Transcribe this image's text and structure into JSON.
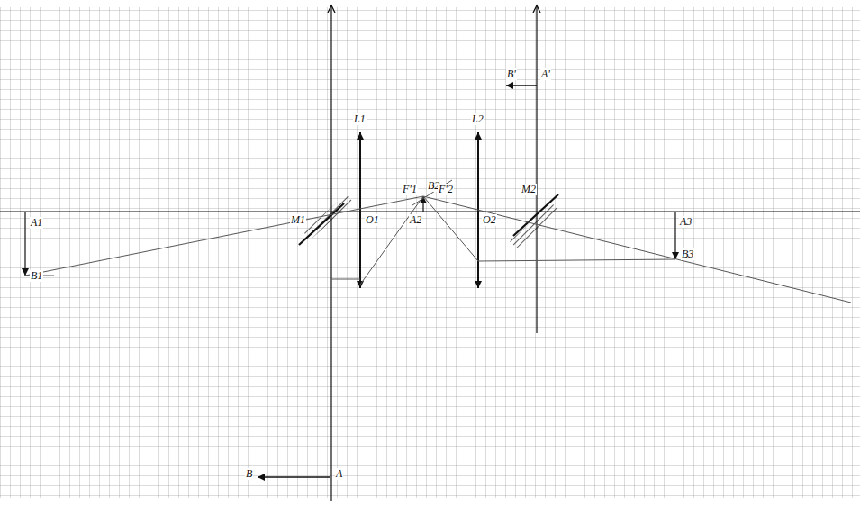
{
  "diagram": {
    "labels": [
      "A1",
      "B1",
      "M1",
      "L1",
      "O1",
      "F'1",
      "B2",
      "A2",
      "F'2",
      "L2",
      "O2",
      "M2",
      "B'",
      "A'",
      "A3",
      "B3",
      "B",
      "A"
    ]
  }
}
